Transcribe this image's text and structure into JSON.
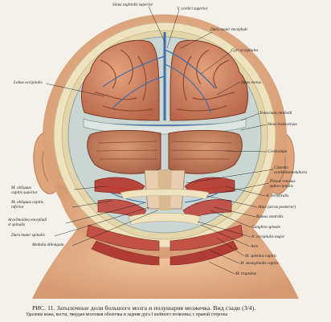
{
  "labels": {
    "sinus_sagittalis_superior": "Sinus sagittalis superior",
    "v_cerebri_superior": "V. cerebri superior",
    "dura_mater_encephali": "Dura mater encephali",
    "gyri_occipitales": "Gyri occipitales",
    "sinus_rectus": "Sinus rectus",
    "lobus_occipitalis": "Lobus occipitalis",
    "tentorium_cerebelli": "Tentorium cerebelli",
    "sinus_transversus": "Sinus transversus",
    "cerebellum": "Cerebellum",
    "cisterna_cerebellomedullaris": [
      "Cisterna",
      "cerebellomedullaris"
    ],
    "plexus_venosus": [
      "Plexus venosus",
      "suboccipitalis"
    ],
    "a_vertebralis": "A. vertebralis",
    "m_obliquus_capitis_superior": [
      "M. obliquus",
      "capitis superior"
    ],
    "atlas": "Atlas (arcus posterior)",
    "m_obliquus_capitis_inferior": [
      "M. obliquus capitis",
      "inferior"
    ],
    "ramus_ventralis": "Ramus ventralis",
    "arachnoidea": [
      "Arachnoidea encephali",
      "et spinalis"
    ],
    "ganglion_spinale": "Ganglion spinale",
    "dura_mater_spinalis": "Dura mater spinalis",
    "n_occipitalis_major": "N. occipitalis major",
    "medulla_oblongata": "Medulla oblongata",
    "axis": "Axis",
    "m_splenius_capitis": "M. splenius capitis",
    "m_semispinalis_capitis": "M. semispinalis capitis",
    "m_trapezius": "M. trapezius"
  },
  "caption": {
    "title": "РИС. 11. Затылочные доли большого мозга и полушария мозжечка. Вид сзади (3/4).",
    "note": "Удалены кожа, кости, твердая мозговая оболочка и задняя дуга I шейного позвонка; с правой стороны"
  },
  "colors": {
    "skin": "#e7b48c",
    "bone": "#efe3bf",
    "brain": "#d58a68",
    "dura": "#c9d6d2",
    "vein": "#3f6fa8",
    "muscle": "#b8443a"
  }
}
